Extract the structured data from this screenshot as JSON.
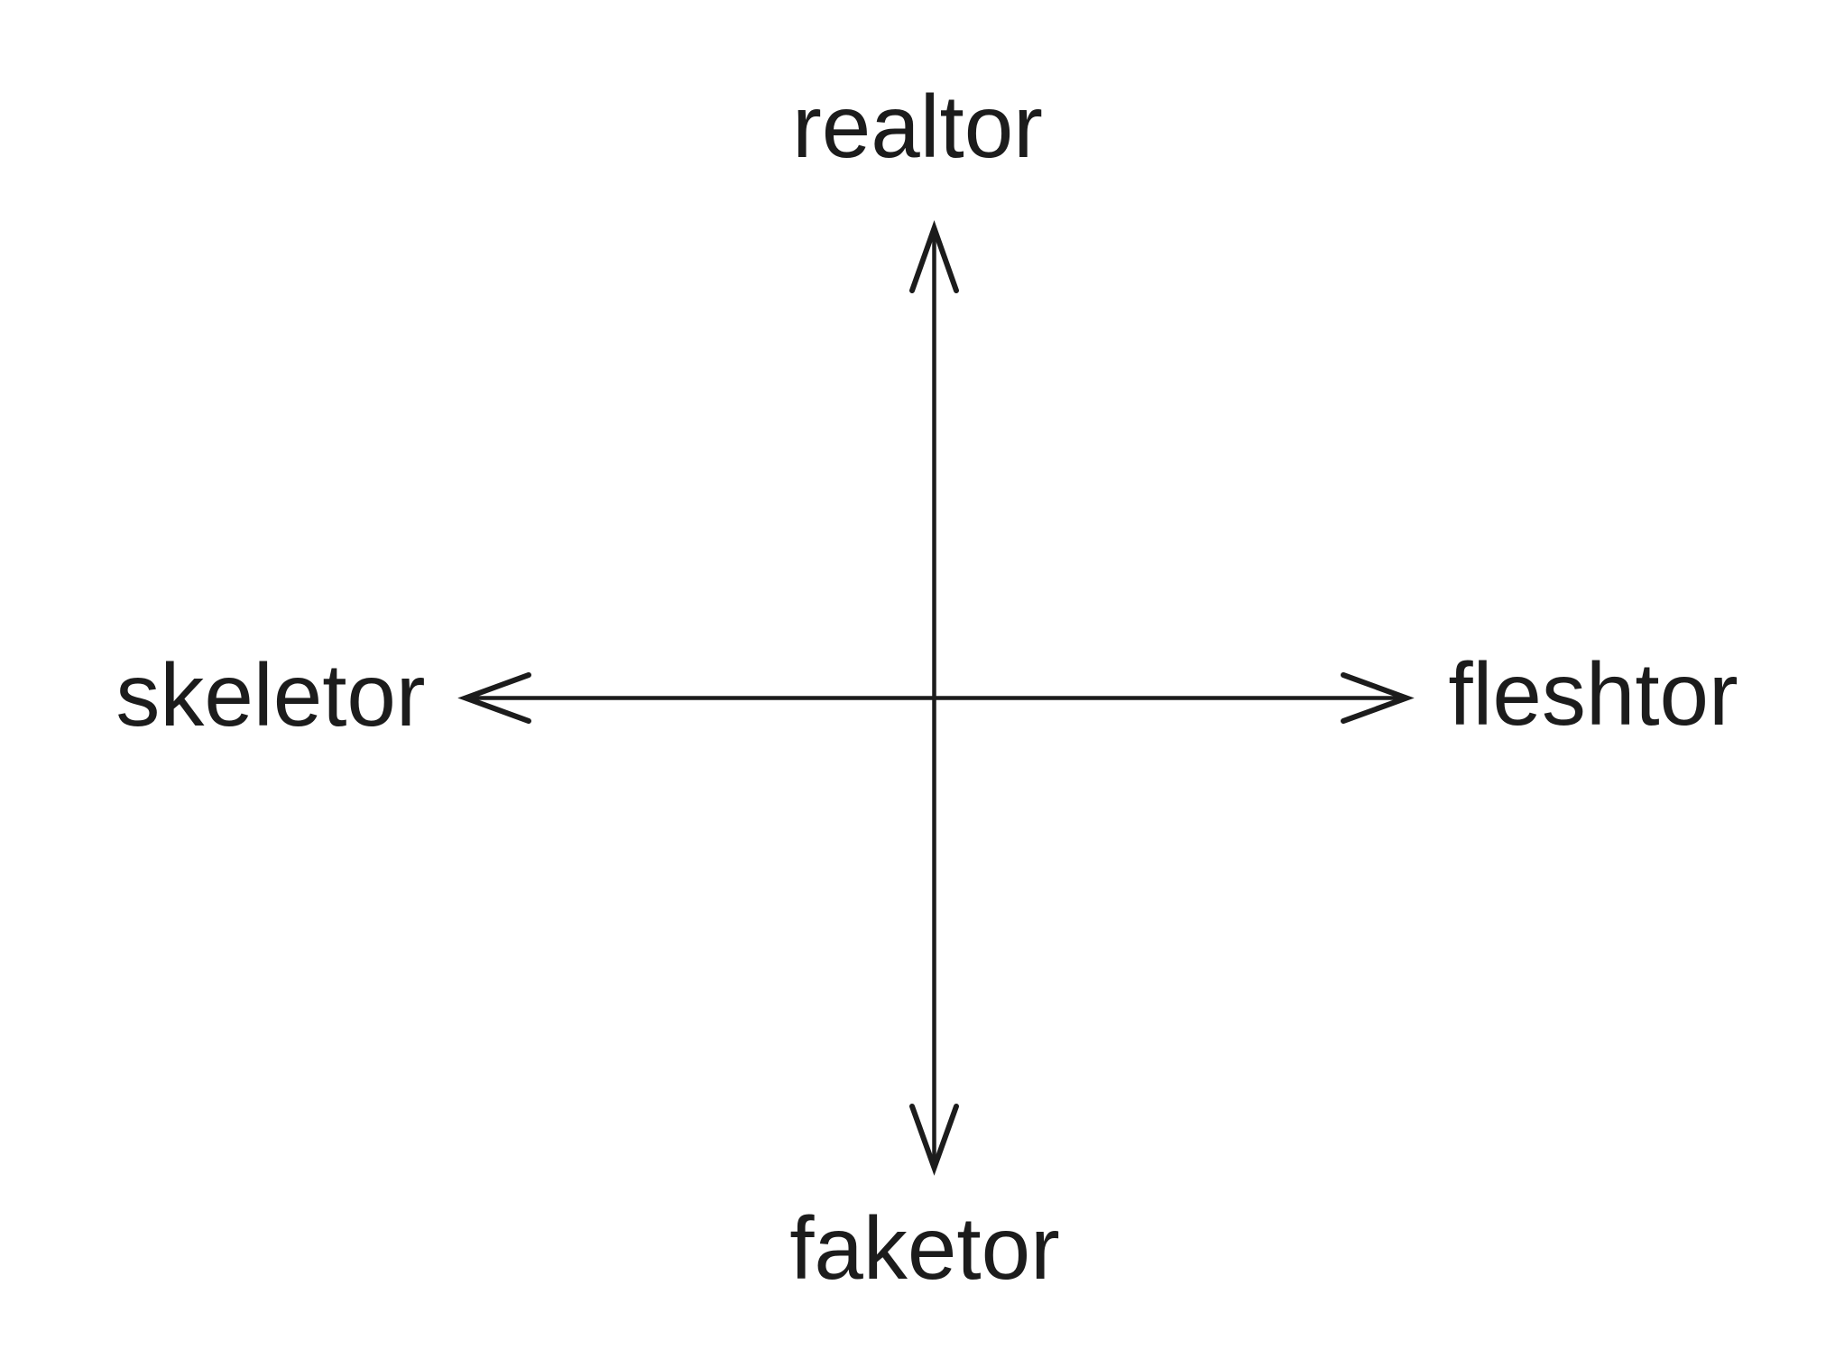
{
  "diagram": {
    "type": "two-axis-cross-diagram",
    "labels": {
      "top": "realtor",
      "bottom": "faketor",
      "left": "skeletor",
      "right": "fleshtor"
    },
    "axes": {
      "vertical": {
        "positive_direction": "up",
        "end_top": "realtor",
        "end_bottom": "faketor"
      },
      "horizontal": {
        "end_left": "skeletor",
        "end_right": "fleshtor"
      },
      "arrowhead_style": "open-chevron",
      "double_headed": true
    },
    "colors": {
      "ink": "#1c1c1c",
      "background": "#ffffff"
    }
  }
}
